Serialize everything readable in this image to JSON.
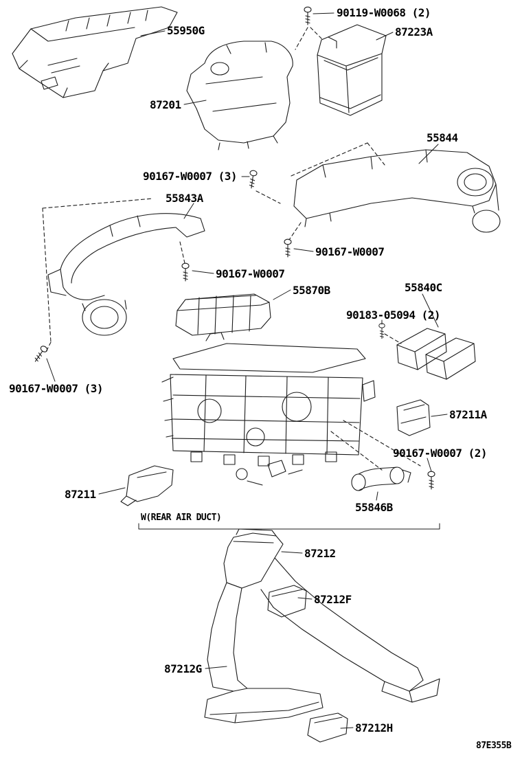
{
  "labels": {
    "bolt_90119": "90119-W0068 (2)",
    "p55950g": "55950G",
    "p87223a": "87223A",
    "p87201": "87201",
    "p55844": "55844",
    "bolt_90167_3_top": "90167-W0007 (3)",
    "p55843a": "55843A",
    "bolt_90167_right": "90167-W0007",
    "bolt_90167_left": "90167-W0007",
    "p55870b": "55870B",
    "p55840c": "55840C",
    "clip_90183": "90183-05094 (2)",
    "bolt_90167_3_left": "90167-W0007 (3)",
    "p87211a": "87211A",
    "bolt_90167_2": "90167-W0007 (2)",
    "p87211": "87211",
    "p55846b": "55846B",
    "note_rear_air_duct": "W(REAR AIR DUCT)",
    "p87212": "87212",
    "p87212f": "87212F",
    "p87212g": "87212G",
    "p87212h": "87212H",
    "diagram_code": "87E355B"
  }
}
